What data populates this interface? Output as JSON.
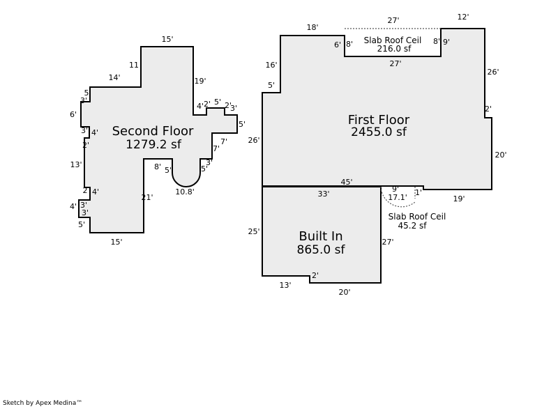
{
  "sketch": {
    "second_floor": {
      "title": "Second Floor",
      "area": "1279.2 sf",
      "dims": [
        "15'",
        "11",
        "14'",
        "19'",
        "5",
        "3'",
        "6'",
        "3'",
        "4'",
        "2'",
        "13'",
        "2",
        "4'",
        "4'",
        "3'",
        "3'",
        "5'",
        "15'",
        "21'",
        "8'",
        "5'",
        "10.8'",
        "5'",
        "3'",
        "7'",
        "7'",
        "5'",
        "3'",
        "2'",
        "5'",
        "4'",
        "2'"
      ]
    },
    "first_floor": {
      "title": "First Floor",
      "area": "2455.0 sf",
      "dims": [
        "18'",
        "27'",
        "12'",
        "6'",
        "8'",
        "8'",
        "9'",
        "27'",
        "16'",
        "26'",
        "5'",
        "2'",
        "26'",
        "20'",
        "45'",
        "19'"
      ]
    },
    "slab_top": {
      "title": "Slab Roof Ceil",
      "area": "216.0 sf"
    },
    "built_in": {
      "title": "Built In",
      "area": "865.0 sf",
      "dims": [
        "33'",
        "25'",
        "27'",
        "13'",
        "2'",
        "20'"
      ]
    },
    "slab_bottom": {
      "title": "Slab Roof Ceil",
      "area": "45.2 sf",
      "dims": [
        "9'",
        "17.1'",
        "1'"
      ]
    }
  },
  "footer": "Sketch by Apex Medina™"
}
